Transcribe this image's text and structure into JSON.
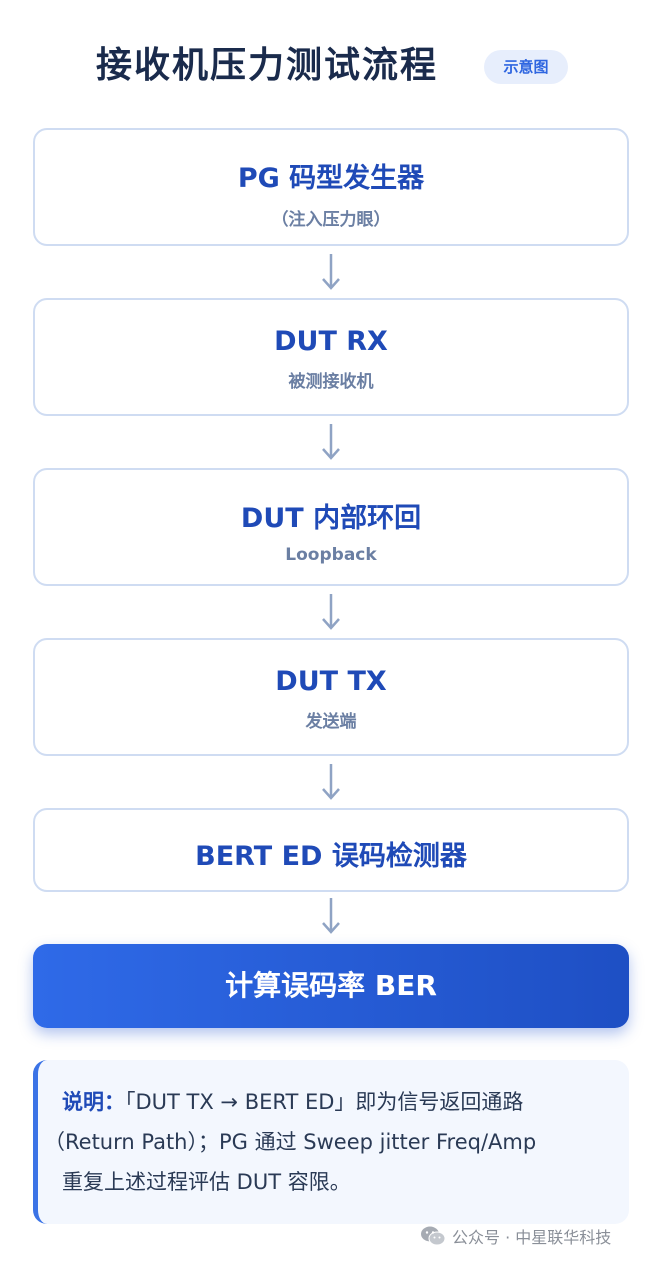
{
  "header": {
    "title": "接收机压力测试流程",
    "badge": "示意图"
  },
  "steps": [
    {
      "main": "PG 码型发生器",
      "sub": "（注入压力眼）"
    },
    {
      "main": "DUT RX",
      "sub": "被测接收机"
    },
    {
      "main": "DUT 内部环回",
      "sub": "Loopback"
    },
    {
      "main": "DUT TX",
      "sub": "发送端"
    },
    {
      "main": "BERT ED 误码检测器"
    }
  ],
  "final_step": "计算误码率 BER",
  "note": {
    "label": "说明：",
    "line1": "「DUT TX → BERT ED」即为信号返回通路",
    "line2": "（Return Path）；PG 通过 Sweep jitter Freq/Amp",
    "line3": "重复上述过程评估 DUT 容限。"
  },
  "footer": {
    "text": "公众号 · 中星联华科技",
    "icon": "wechat-icon"
  },
  "colors": {
    "accent": "#1f4ab7",
    "final_gradient_start": "#2f6ae8",
    "final_gradient_end": "#1e4fc4",
    "card_border": "#cfdcf2",
    "arrow": "#8fa3c4"
  }
}
